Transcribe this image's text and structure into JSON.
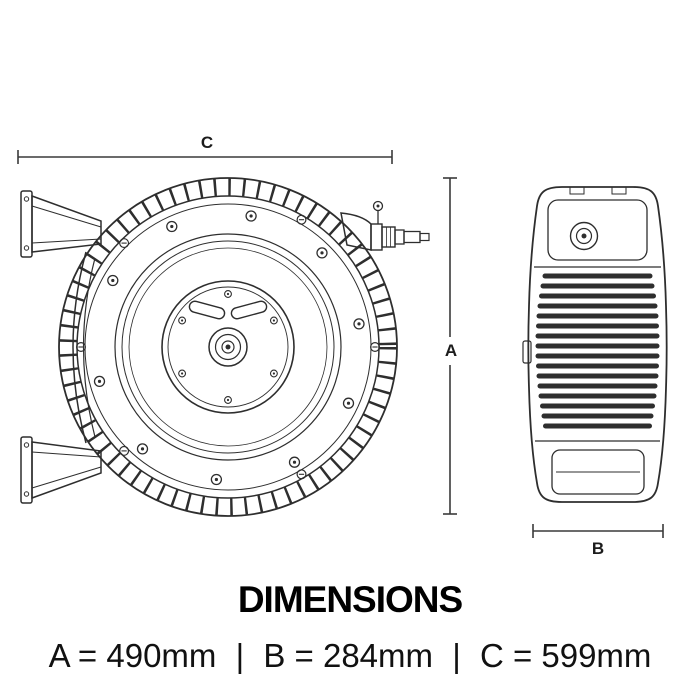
{
  "colors": {
    "line": "#2e2e2e",
    "text": "#000000",
    "background": "#ffffff"
  },
  "drawing": {
    "dim_labels": {
      "a": "A",
      "b": "B",
      "c": "C"
    }
  },
  "title": "DIMENSIONS",
  "dims": {
    "a": "A = 490mm",
    "b": "B = 284mm",
    "c": "C = 599mm",
    "separator": "|"
  }
}
